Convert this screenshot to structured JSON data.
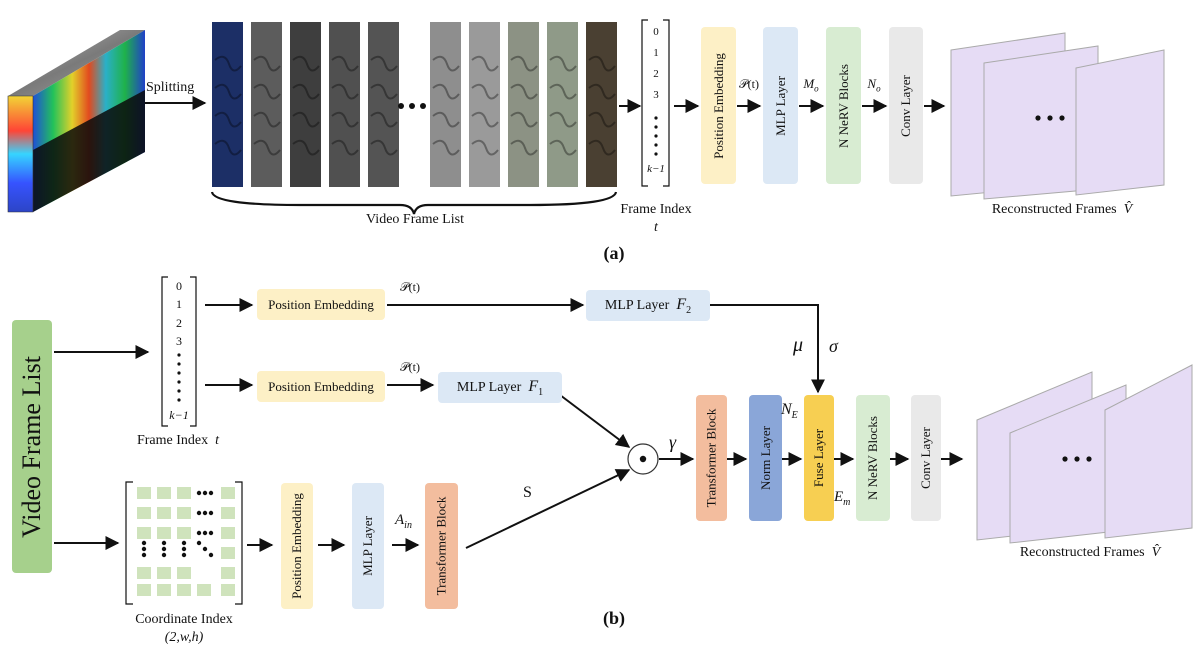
{
  "panel_a": {
    "splitting_label": "Splitting",
    "frame_list_caption": "Video Frame List",
    "index_values": [
      "0",
      "1",
      "2",
      "3"
    ],
    "index_last": "k−1",
    "frame_index_caption": "Frame Index",
    "frame_index_var": "t",
    "pos_embedding": "Position Embedding",
    "pt_label": "𝒫(t)",
    "mlp_layer": "MLP Layer",
    "mo_label": "M",
    "mo_sub": "o",
    "nerv_blocks": "N NeRV Blocks",
    "no_label": "N",
    "no_sub": "o",
    "conv_layer": "Conv Layer",
    "recon_caption": "Reconstructed Frames",
    "recon_var": "V̂",
    "panel_label": "(a)"
  },
  "panel_b": {
    "video_frame_list": "Video Frame List",
    "index_values": [
      "0",
      "1",
      "2",
      "3"
    ],
    "index_last": "k−1",
    "frame_index_caption": "Frame Index",
    "frame_index_var": "t",
    "pos_embedding_top": "Position Embedding",
    "pt_top": "𝒫(t)",
    "mlp_f2": "MLP Layer",
    "f2_var": "F",
    "f2_sub": "2",
    "mu": "μ",
    "sigma": "σ",
    "pos_embedding_mid": "Position Embedding",
    "pt_mid": "𝒫(t)",
    "mlp_f1": "MLP Layer",
    "f1_var": "F",
    "f1_sub": "1",
    "gamma": "γ",
    "odot": "⊙",
    "s_label": "S",
    "transformer_block_main": "Transformer Block",
    "norm_layer": "Norm Layer",
    "ne_label": "N",
    "ne_sub": "E",
    "fuse_layer": "Fuse Layer",
    "em_label": "E",
    "em_sub": "m",
    "nerv_blocks": "N NeRV Blocks",
    "conv_layer": "Conv Layer",
    "coord_caption": "Coordinate Index",
    "coord_dims": "(2,w,h)",
    "pos_embedding_bot": "Position Embedding",
    "mlp_layer_bot": "MLP Layer",
    "ain_label": "A",
    "ain_sub": "in",
    "transformer_block_bot": "Transformer Block",
    "recon_caption": "Reconstructed Frames",
    "recon_var": "V̂",
    "panel_label": "(b)"
  },
  "colors": {
    "position_embedding": "#fdf0c6",
    "mlp_layer": "#dce8f5",
    "nerv_blocks": "#d8ecd2",
    "conv_layer": "#e9e9e9",
    "transformer_block": "#f3bd9e",
    "norm_layer": "#8aa6d8",
    "fuse_layer": "#f7cf52",
    "video_frame_list": "#a6d08c",
    "reconstructed_frame": "#e6dcf5",
    "coordinate_grid": "#cfe3bc"
  }
}
